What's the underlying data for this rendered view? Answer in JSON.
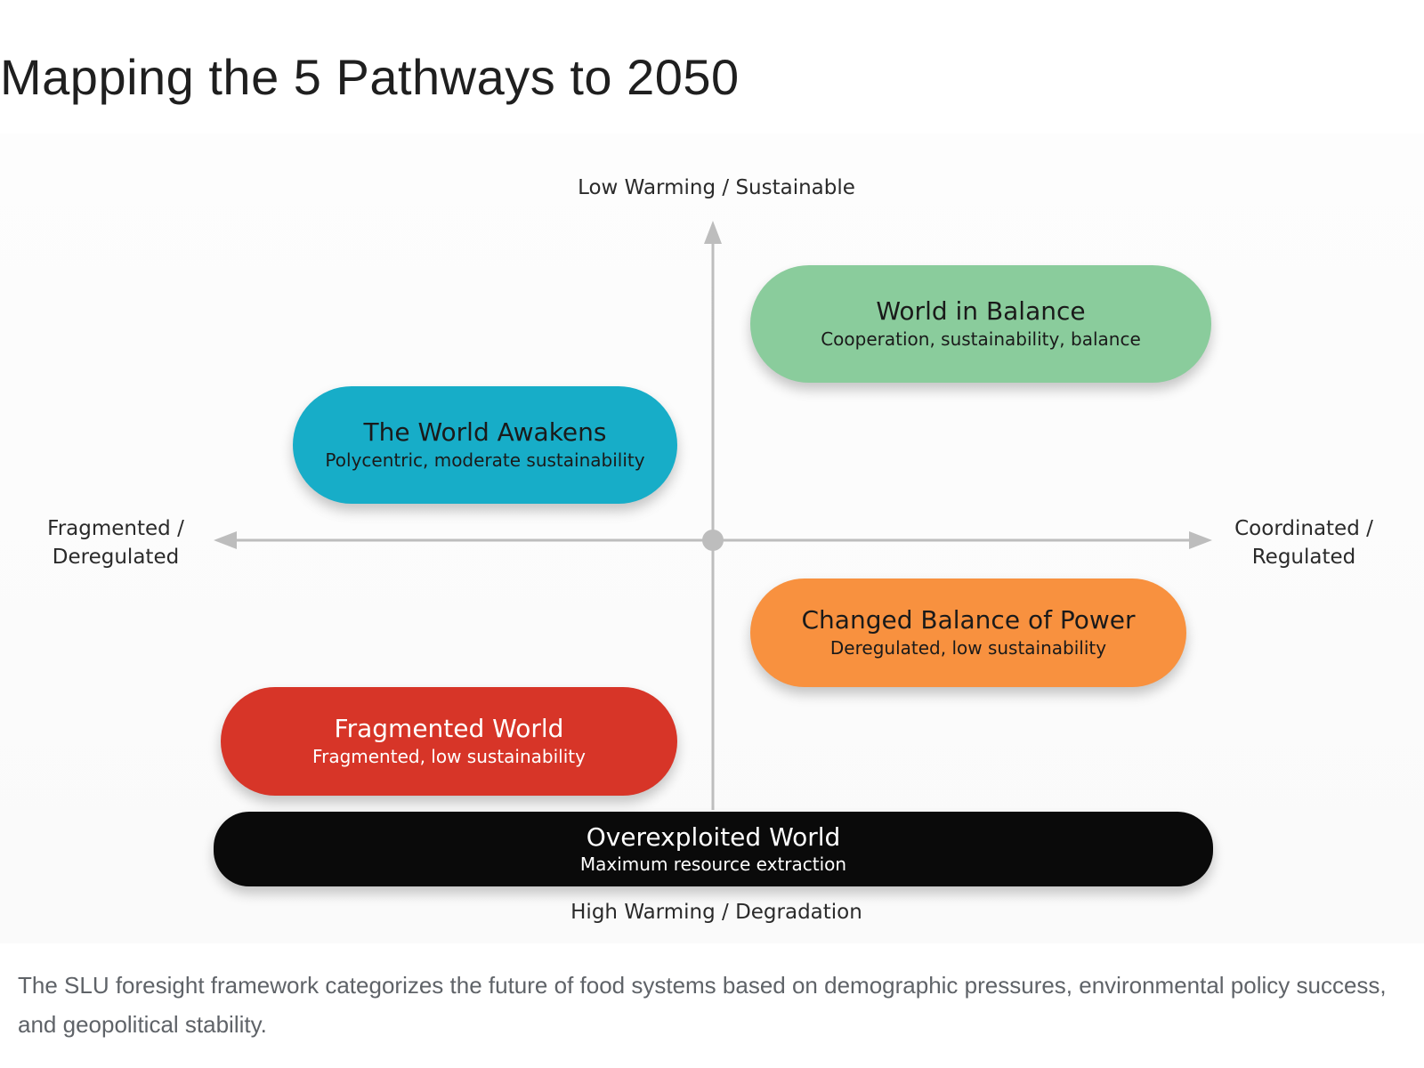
{
  "title": "Mapping the 5 Pathways to 2050",
  "axes": {
    "top": "Low Warming / Sustainable",
    "bottom": "High Warming / Degradation",
    "left_line1": "Fragmented /",
    "left_line2": "Deregulated",
    "right_line1": "Coordinated /",
    "right_line2": "Regulated"
  },
  "pathways": [
    {
      "name": "World in Balance",
      "description": "Cooperation, sustainability, balance",
      "color": "#8acc9c"
    },
    {
      "name": "The World Awakens",
      "description": "Polycentric, moderate sustainability",
      "color": "#17adc8"
    },
    {
      "name": "Changed Balance of Power",
      "description": "Deregulated, low sustainability",
      "color": "#f8913f"
    },
    {
      "name": "Fragmented World",
      "description": "Fragmented, low sustainability",
      "color": "#d73528"
    },
    {
      "name": "Overexploited World",
      "description": "Maximum resource extraction",
      "color": "#0a0a0a"
    }
  ],
  "caption": "The SLU foresight framework categorizes the future of food systems based on demographic pressures, environmental policy success, and geopolitical stability."
}
